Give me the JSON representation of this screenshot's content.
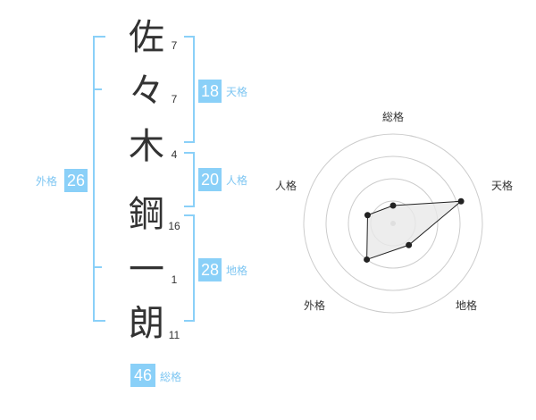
{
  "name": {
    "characters": [
      {
        "char": "佐",
        "strokes": "7"
      },
      {
        "char": "々",
        "strokes": "7"
      },
      {
        "char": "木",
        "strokes": "4"
      },
      {
        "char": "鋼",
        "strokes": "16"
      },
      {
        "char": "一",
        "strokes": "1"
      },
      {
        "char": "朗",
        "strokes": "11"
      }
    ]
  },
  "kakusu": {
    "tenkaku": {
      "value": "18",
      "label": "天格"
    },
    "jinkaku": {
      "value": "20",
      "label": "人格"
    },
    "chikaku": {
      "value": "28",
      "label": "地格"
    },
    "gaikaku": {
      "value": "26",
      "label": "外格"
    },
    "soukaku": {
      "value": "46",
      "label": "総格"
    }
  },
  "radar": {
    "axes": [
      "総格",
      "天格",
      "地格",
      "外格",
      "人格"
    ],
    "values": [
      0.2,
      0.8,
      0.3,
      0.5,
      0.3
    ],
    "max": 1,
    "rings": 4
  },
  "colors": {
    "accent": "#8ad0f8",
    "accent_text": "#7ec6f2",
    "ring": "#cccccc",
    "fill": "#e8e8e8"
  }
}
